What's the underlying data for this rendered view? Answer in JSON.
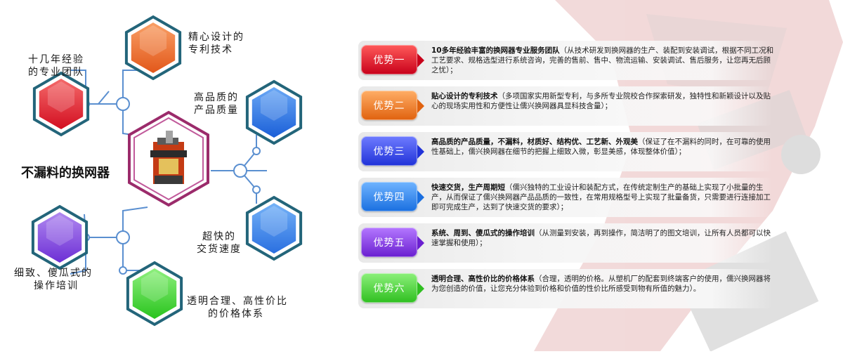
{
  "center": {
    "title": "不漏料的换网器"
  },
  "features": [
    {
      "label_lines": [
        "十几年经验",
        "的专业团队"
      ],
      "color_top": "#f46a6a",
      "color_bottom": "#d30f22"
    },
    {
      "label_lines": [
        "精心设计的",
        "专利技术"
      ],
      "color_top": "#f9a066",
      "color_bottom": "#e2571a"
    },
    {
      "label_lines": [
        "高品质的",
        "产品质量"
      ],
      "color_top": "#6aa8f5",
      "color_bottom": "#1b5fd8"
    },
    {
      "label_lines": [
        "超快的",
        "交货速度"
      ],
      "color_top": "#74b2f7",
      "color_bottom": "#2a6fe0"
    },
    {
      "label_lines": [
        "细致、傻瓜式的",
        "操作培训"
      ],
      "color_top": "#b089f0",
      "color_bottom": "#6d2fd5"
    },
    {
      "label_lines": [
        "透明合理、高性价比",
        "的价格体系"
      ],
      "color_top": "#8ff07e",
      "color_bottom": "#29c41e"
    }
  ],
  "advantages": [
    {
      "badge": "优势一",
      "title": "10多年经验丰富的换网器专业服务团队",
      "body": "（从技术研发到换网器的生产、装配到安装调试，根据不同工况和工艺要求、规格选型进行系统咨询，完善的售前、售中、物流运输、安装调试、售后服务，让您再无后顾之忧）；",
      "color_a": "#ff5a5a",
      "color_b": "#c8001a"
    },
    {
      "badge": "优势二",
      "title": "贴心设计的专利技术",
      "body": "（多项国家实用新型专利，与多所专业院校合作探索研发，独特性和新颖设计以及贴心的现场实用性和方便性让儒兴换网器具显科技含量）；",
      "color_a": "#ffae66",
      "color_b": "#e0620f"
    },
    {
      "badge": "优势三",
      "title": "高品质的产品质量，不漏料，材质好、结构优、工艺新、外观美",
      "body": "（保证了在不漏料的同时，在可靠的使用性基础上，儒兴换网器在细节的把握上细致入微，彰显美感，体现整体价值）；",
      "color_a": "#6f7cff",
      "color_b": "#2032d8"
    },
    {
      "badge": "优势四",
      "title": "快速交货，生产周期短",
      "body": "（儒兴独特的工业设计和装配方式，在传统定制生产的基础上实现了小批量的生产，从而保证了儒兴换网器产品品质的一致性，在常用规格型号上实现了批量备货，只需要进行连接加工即可完成生产，达到了快速交货的要求）；",
      "color_a": "#6fb4ff",
      "color_b": "#1a6fe0"
    },
    {
      "badge": "优势五",
      "title": "系统、周到、傻瓜式的操作培训",
      "body": "（从测量到安装，再到操作，简洁明了的图文培训，让所有人员都可以快速掌握和使用）；",
      "color_a": "#b478ff",
      "color_b": "#6a1fd0"
    },
    {
      "badge": "优势六",
      "title": "透明合理、高性价比的价格体系",
      "body": "（合理，透明的价格。从塑机厂的配套到终端客户的使用，儒兴换网器将为您创造的价值，让您充分体验到价格和价值的性价比所感受到物有所值的魅力）。",
      "color_a": "#8cf07a",
      "color_b": "#2fbf20"
    }
  ]
}
